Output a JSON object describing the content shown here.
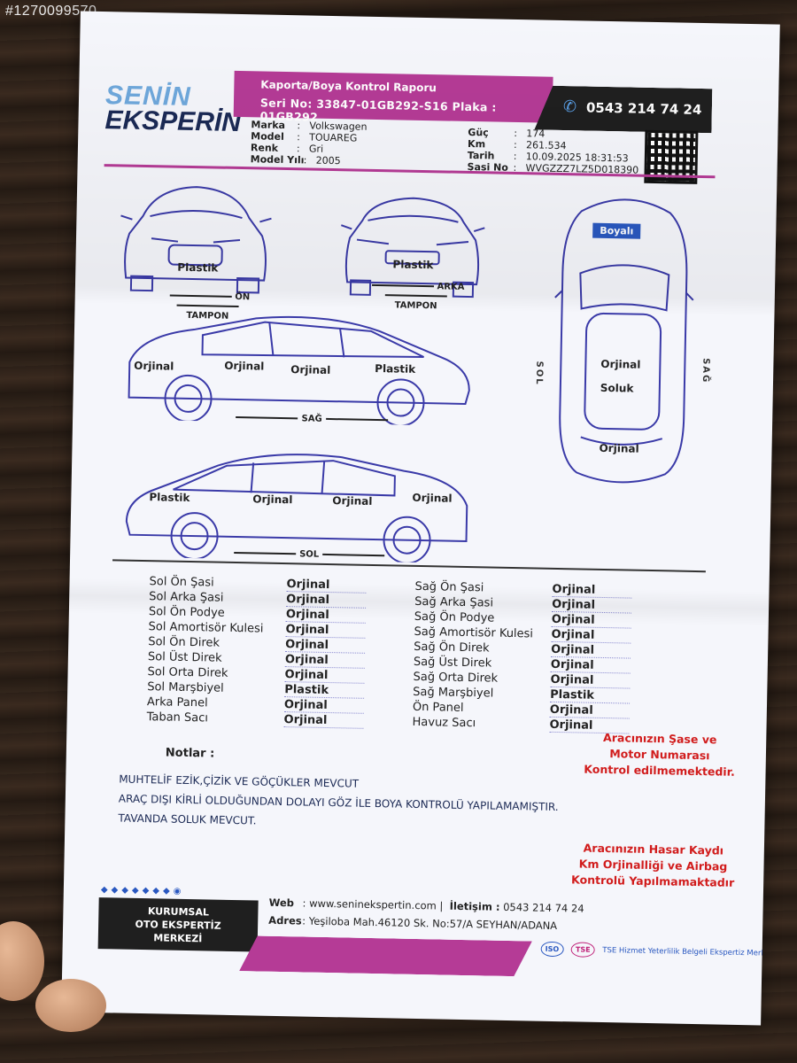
{
  "image_id_watermark": "#1270099570",
  "brand": {
    "line1": "SENİN",
    "line2": "EKSPERİN"
  },
  "header": {
    "title": "Kaporta/Boya Kontrol Raporu",
    "serial_line": "Seri No: 33847-01GB292-S16 Plaka : 01GB292",
    "phone": "0543 214 74 24"
  },
  "vehicle_left": [
    {
      "key": "Marka",
      "value": "Volkswagen"
    },
    {
      "key": "Model",
      "value": "TOUAREG"
    },
    {
      "key": "Renk",
      "value": "Gri"
    },
    {
      "key": "Model Yılı",
      "value": "2005"
    }
  ],
  "vehicle_right": [
    {
      "key": "Güç",
      "value": "174"
    },
    {
      "key": "Km",
      "value": "261.534"
    },
    {
      "key": "Tarih",
      "value": "10.09.2025 18:31:53"
    },
    {
      "key": "Şasi No",
      "value": "WVGZZZ7LZ5D018390"
    }
  ],
  "diagram": {
    "front_label": "Plastik",
    "front_caption_1": "ÖN",
    "front_caption_2": "TAMPON",
    "rear_label": "Plastik",
    "rear_caption_1": "ARKA",
    "rear_caption_2": "TAMPON",
    "top_tag": "Boyalı",
    "top_sol": "SOL",
    "top_sag": "SAĞ",
    "top_roof": "Orjinal",
    "top_roof2": "Soluk",
    "top_hood": "Orjinal",
    "right_side": [
      "Orjinal",
      "Orjinal",
      "Orjinal",
      "Plastik"
    ],
    "right_caption": "SAĞ",
    "left_side": [
      "Plastik",
      "Orjinal",
      "Orjinal",
      "Orjinal"
    ],
    "left_caption": "SOL"
  },
  "parts_left": [
    {
      "name": "Sol Ön Şasi",
      "value": "Orjinal"
    },
    {
      "name": "Sol Arka Şasi",
      "value": "Orjinal"
    },
    {
      "name": "Sol Ön Podye",
      "value": "Orjinal"
    },
    {
      "name": "Sol Amortisör Kulesi",
      "value": "Orjinal"
    },
    {
      "name": "Sol Ön Direk",
      "value": "Orjinal"
    },
    {
      "name": "Sol Üst Direk",
      "value": "Orjinal"
    },
    {
      "name": "Sol Orta Direk",
      "value": "Orjinal"
    },
    {
      "name": "Sol Marşbiyel",
      "value": "Plastik"
    },
    {
      "name": "Arka Panel",
      "value": "Orjinal"
    },
    {
      "name": "Taban Sacı",
      "value": "Orjinal"
    }
  ],
  "parts_right": [
    {
      "name": "Sağ Ön Şasi",
      "value": "Orjinal"
    },
    {
      "name": "Sağ Arka Şasi",
      "value": "Orjinal"
    },
    {
      "name": "Sağ Ön Podye",
      "value": "Orjinal"
    },
    {
      "name": "Sağ Amortisör Kulesi",
      "value": "Orjinal"
    },
    {
      "name": "Sağ Ön Direk",
      "value": "Orjinal"
    },
    {
      "name": "Sağ Üst Direk",
      "value": "Orjinal"
    },
    {
      "name": "Sağ Orta Direk",
      "value": "Orjinal"
    },
    {
      "name": "Sağ Marşbiyel",
      "value": "Plastik"
    },
    {
      "name": "Ön Panel",
      "value": "Orjinal"
    },
    {
      "name": "Havuz Sacı",
      "value": "Orjinal"
    }
  ],
  "notes_label": "Notlar :",
  "notes": [
    "MUHTELİF EZİK,ÇİZİK VE GÖÇÜKLER MEVCUT",
    "ARAÇ DIŞI KİRLİ OLDUĞUNDAN DOLAYI GÖZ İLE BOYA KONTROLÜ YAPILAMAMIŞTIR.",
    "TAVANDA SOLUK MEVCUT."
  ],
  "red_note_1": [
    "Aracınızın Şase ve",
    "Motor Numarası",
    "Kontrol edilmemektedir."
  ],
  "red_note_2": [
    "Aracınızın Hasar Kaydı",
    "Km Orjinalliği ve Airbag",
    "Kontrolü Yapılmamaktadır"
  ],
  "footer": {
    "corporate": [
      "KURUMSAL",
      "OTO EKSPERTİZ",
      "MERKEZİ"
    ],
    "web_label": "Web",
    "web": "www.seninekspertin.com |",
    "contact_label": "İletişim :",
    "contact": "0543 214 74 24",
    "address_label": "Adres",
    "address": "Yeşiloba Mah.46120 Sk. No:57/A SEYHAN/ADANA",
    "badge_iso": "ISO",
    "badge_tse": "TSE",
    "cert_text": "TSE Hizmet Yeterlilik Belgeli Ekspertiz Merkezi"
  },
  "colors": {
    "brand_magenta": "#b53b96",
    "line_blue": "#3a3aa8",
    "note_red": "#d11c1c",
    "dark_band": "#1f1f1f"
  }
}
